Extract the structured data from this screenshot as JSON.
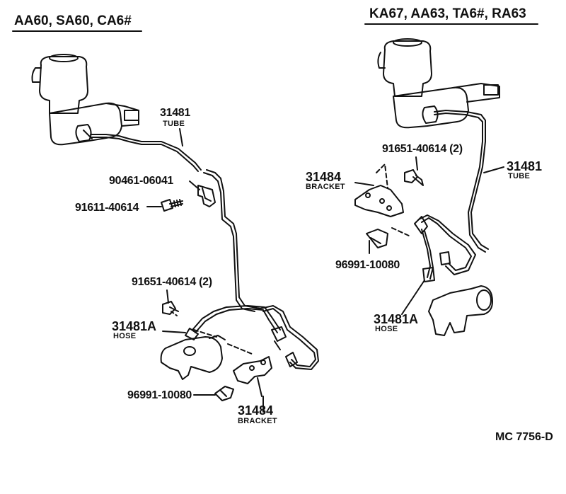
{
  "groups": {
    "left_title": "AA60, SA60, CA6#",
    "right_title": "KA67, AA63, TA6#, RA63"
  },
  "left": {
    "tube_number": "31481",
    "tube_label": "TUBE",
    "clip_number": "90461-06041",
    "bolt_number": "91611-40614",
    "bolt2_number": "91651-40614 (2)",
    "hose_number": "31481A",
    "hose_label": "HOSE",
    "clip2_number": "96991-10080",
    "bracket_number": "31484",
    "bracket_label": "BRACKET"
  },
  "right": {
    "bolt_number": "91651-40614 (2)",
    "bracket_number": "31484",
    "bracket_label": "BRACKET",
    "tube_number": "31481",
    "tube_label": "TUBE",
    "clip_number": "96991-10080",
    "hose_number": "31481A",
    "hose_label": "HOSE"
  },
  "figure_code": "MC  7756-D"
}
